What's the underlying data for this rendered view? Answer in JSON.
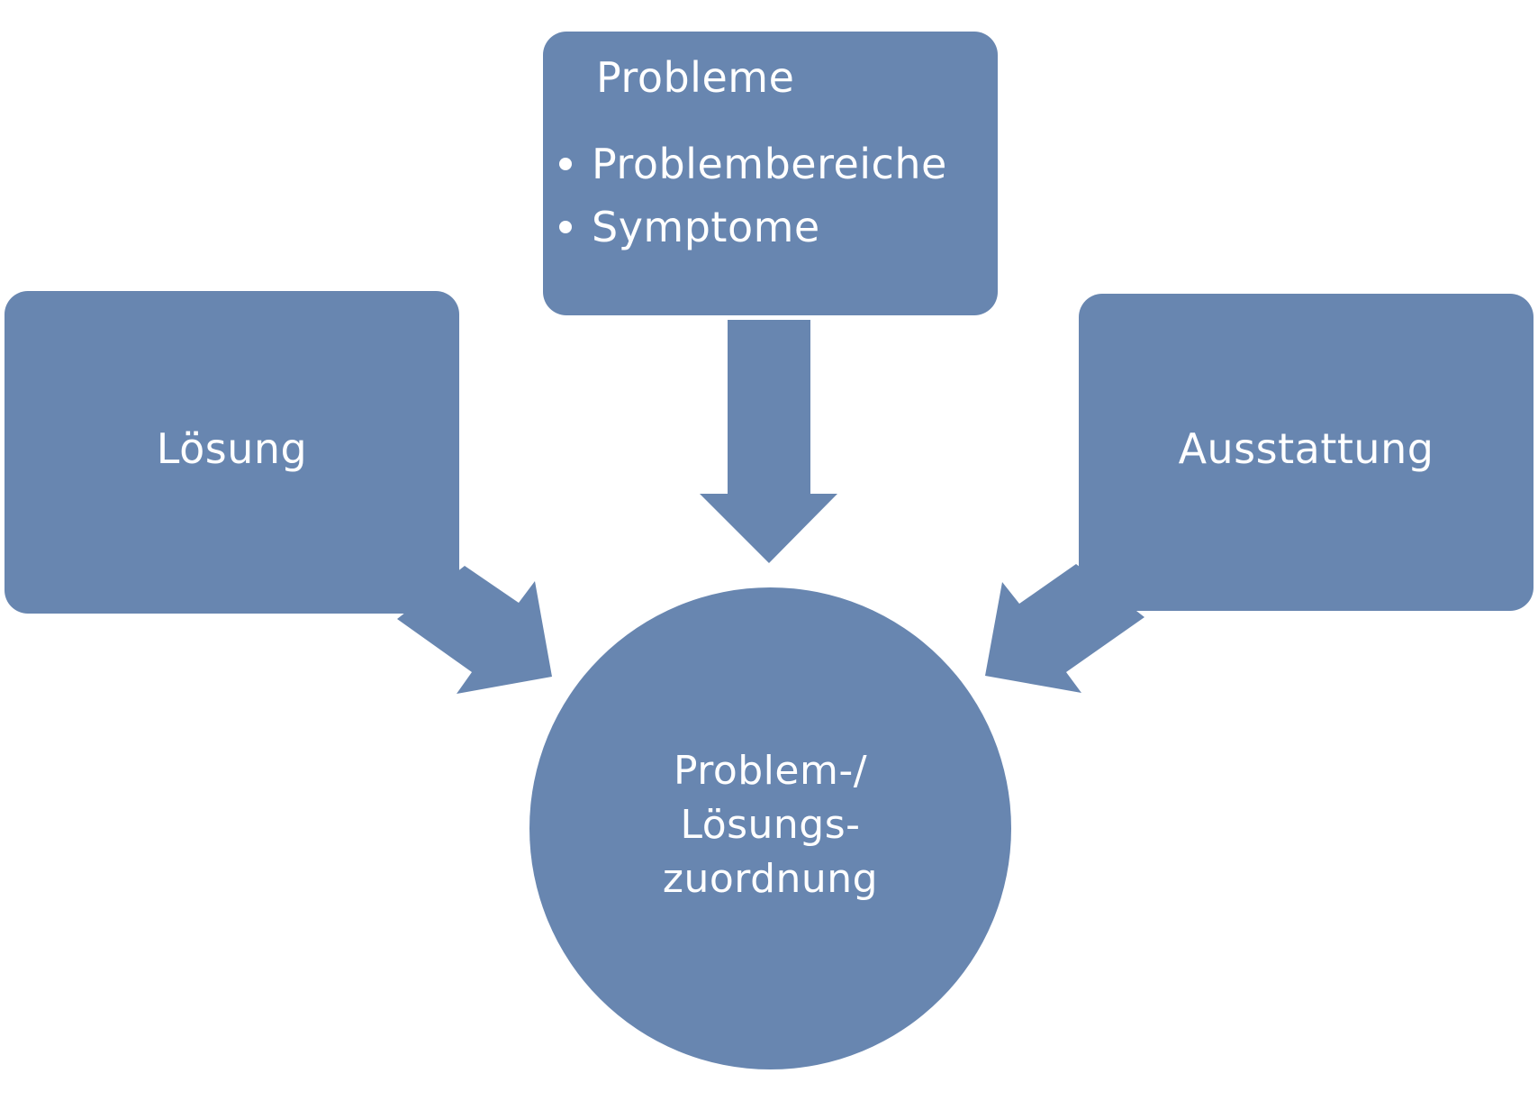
{
  "colors": {
    "shape_fill": "#6886B0",
    "text": "#FFFFFF",
    "background": "#FFFFFF"
  },
  "problems_box": {
    "title": "Probleme",
    "items": [
      "Problembereiche",
      "Symptome"
    ]
  },
  "solution_box": {
    "label": "Lösung"
  },
  "equipment_box": {
    "label": "Ausstattung"
  },
  "hub": {
    "lines": [
      "Problem-/",
      "Lösungs-",
      "zuordnung"
    ]
  },
  "arrows": [
    {
      "from": "problems_box",
      "to": "hub"
    },
    {
      "from": "solution_box",
      "to": "hub"
    },
    {
      "from": "equipment_box",
      "to": "hub"
    }
  ]
}
